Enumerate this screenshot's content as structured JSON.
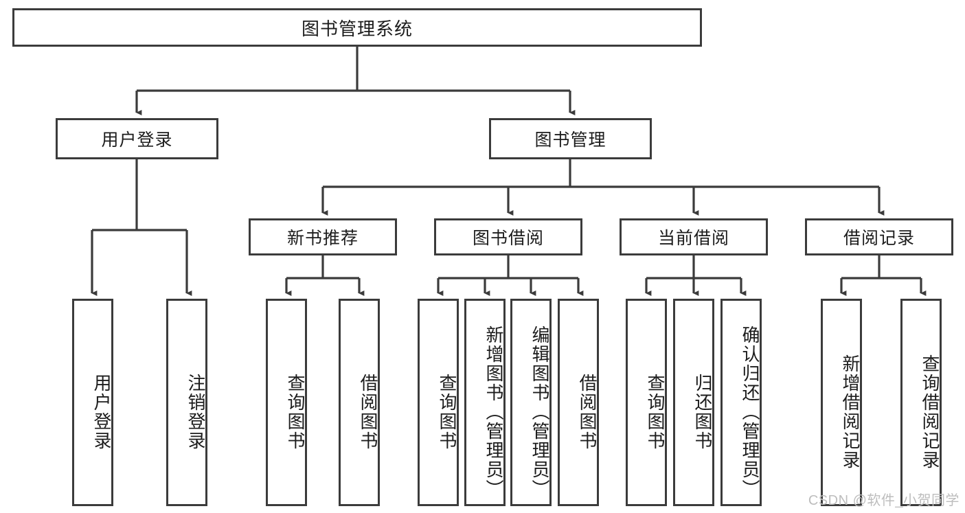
{
  "diagram": {
    "title": "图书管理系统",
    "type": "tree",
    "colors": {
      "box_border": "#3b3b3b",
      "box_fill": "#ffffff",
      "line": "#3b3b3b",
      "text": "#1c1c1c",
      "watermark": "#bdbdbd"
    },
    "root": {
      "label": "图书管理系统"
    },
    "level1": [
      {
        "id": "user-login",
        "label": "用户登录"
      },
      {
        "id": "book-manage",
        "label": "图书管理"
      }
    ],
    "level2": [
      {
        "id": "new-book-recommend",
        "label": "新书推荐"
      },
      {
        "id": "book-borrow",
        "label": "图书借阅"
      },
      {
        "id": "current-borrow",
        "label": "当前借阅"
      },
      {
        "id": "borrow-record",
        "label": "借阅记录"
      }
    ],
    "leaves": {
      "user_login": [
        {
          "id": "leaf-user-login",
          "label": "用户登录"
        },
        {
          "id": "leaf-logout-login",
          "label": "注销登录"
        }
      ],
      "new_book_recommend": [
        {
          "id": "leaf-query-book-1",
          "label": "查询图书"
        },
        {
          "id": "leaf-borrow-book-1",
          "label": "借阅图书"
        }
      ],
      "book_borrow": [
        {
          "id": "leaf-query-book-2",
          "label": "查询图书"
        },
        {
          "id": "leaf-add-book-admin",
          "label": "新增图书（管理员）"
        },
        {
          "id": "leaf-edit-book-admin",
          "label": "编辑图书（管理员）"
        },
        {
          "id": "leaf-borrow-book-2",
          "label": "借阅图书"
        }
      ],
      "current_borrow": [
        {
          "id": "leaf-query-book-3",
          "label": "查询图书"
        },
        {
          "id": "leaf-return-book",
          "label": "归还图书"
        },
        {
          "id": "leaf-confirm-return-admin",
          "label": "确认归还（管理员）"
        }
      ],
      "borrow_record": [
        {
          "id": "leaf-add-borrow-record",
          "label": "新增借阅记录"
        },
        {
          "id": "leaf-query-borrow-record",
          "label": "查询借阅记录"
        }
      ]
    },
    "watermark": "CSDN @软件_小贺同学"
  }
}
